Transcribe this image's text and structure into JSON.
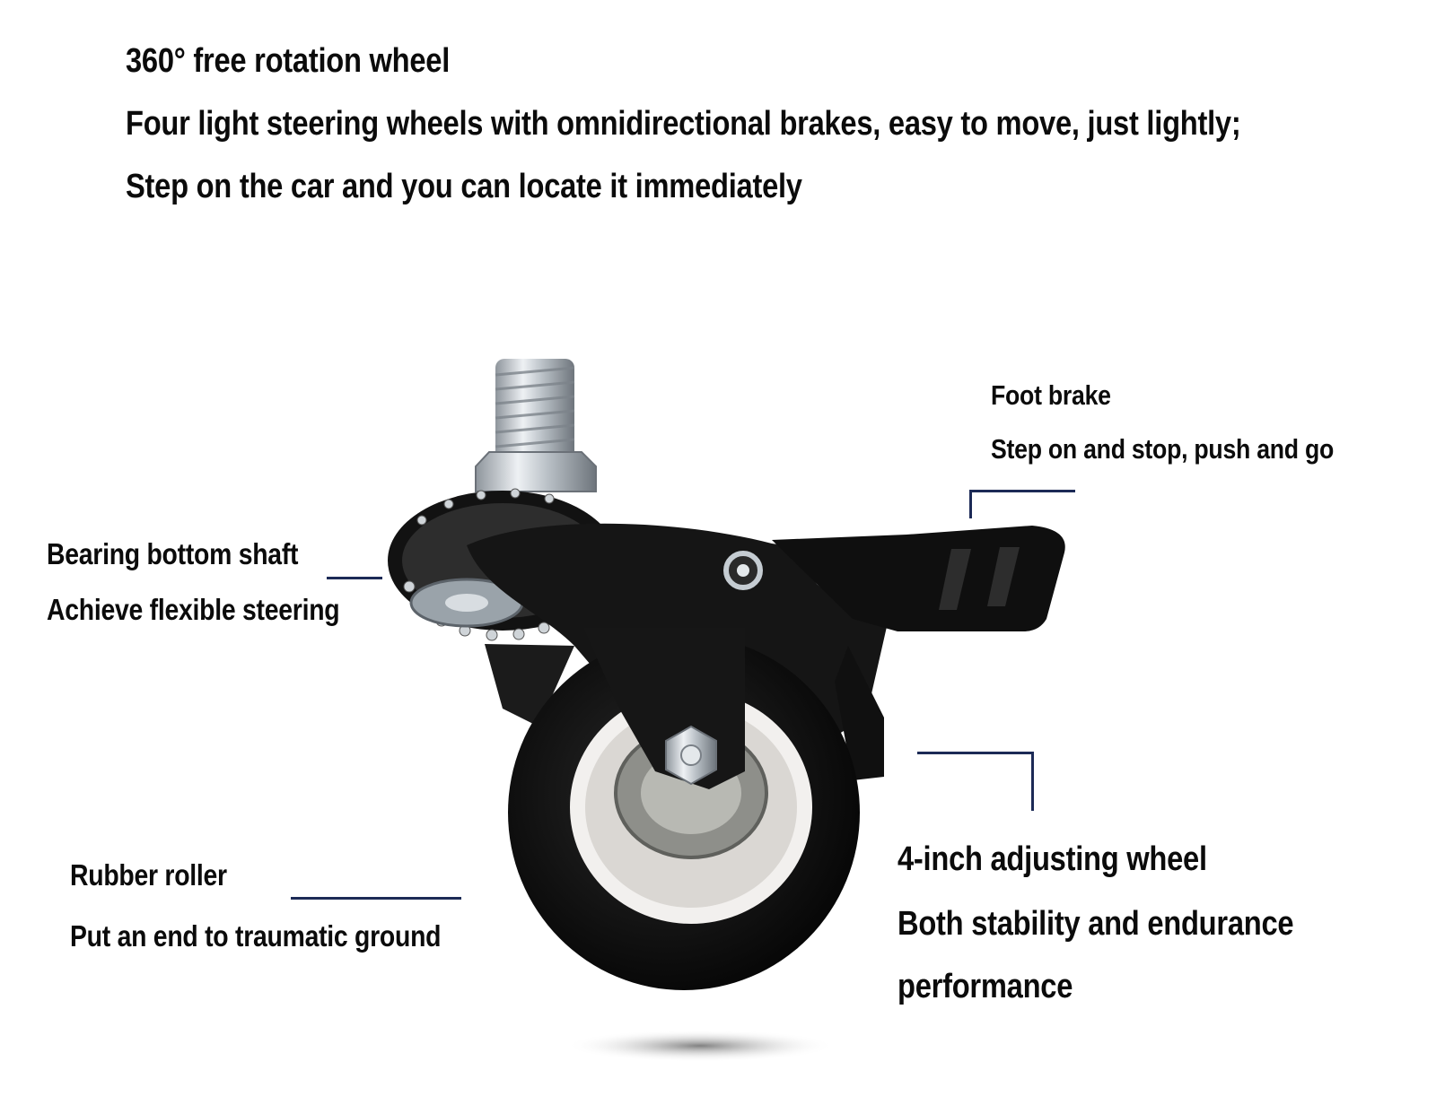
{
  "header": {
    "title": "360° free rotation wheel",
    "line1": "Four light steering wheels with omnidirectional brakes, easy to move, just lightly;",
    "line2": "Step on the car and you can locate it immediately"
  },
  "callouts": {
    "foot_brake": {
      "title": "Foot brake",
      "desc": "Step on and stop, push and go"
    },
    "bearing": {
      "title": "Bearing bottom shaft",
      "desc": "Achieve flexible steering"
    },
    "roller": {
      "title": "Rubber roller",
      "desc": "Put an end to traumatic ground"
    },
    "wheel": {
      "title": "4-inch adjusting wheel",
      "desc1": "Both stability and endurance",
      "desc2": "performance"
    }
  },
  "colors": {
    "leader": "#1c2a56",
    "text": "#0b0b0b",
    "caster_body": "#141414",
    "wheel_hub": "#f2f0ee"
  }
}
